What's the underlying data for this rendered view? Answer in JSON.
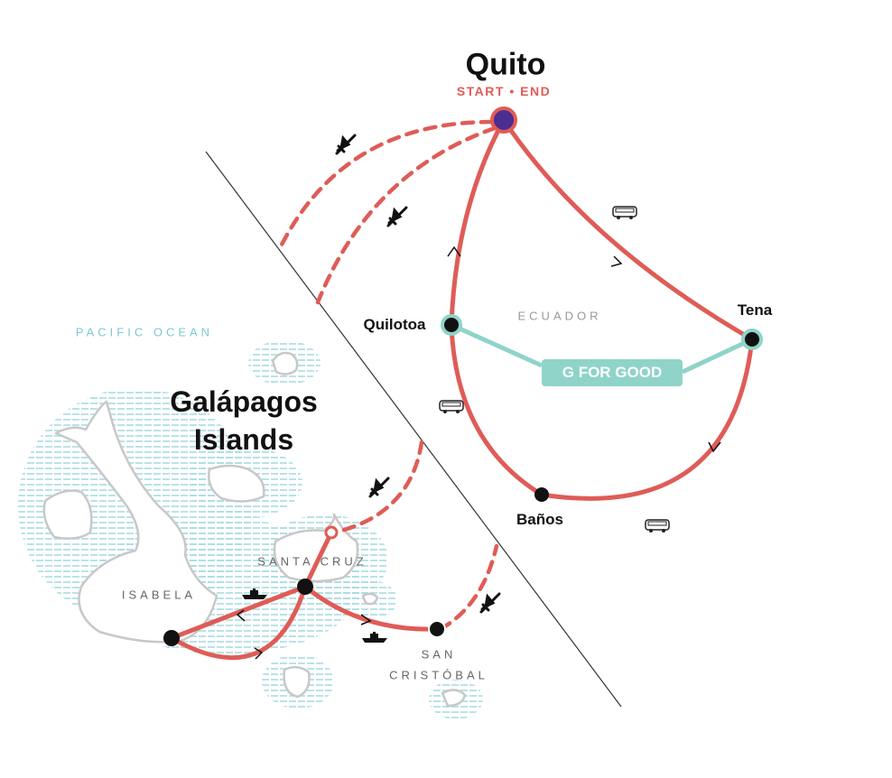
{
  "colors": {
    "route": "#df5c57",
    "start_node": "#4b2e8f",
    "g_for_good": "#8fd3c9",
    "water": "#a9dbe3",
    "island_outline": "#c8c8c8"
  },
  "labels": {
    "quito": "Quito",
    "start_end": "START • END",
    "ecuador": "ECUADOR",
    "quilotoa": "Quilotoa",
    "tena": "Tena",
    "banos": "Baños",
    "pacific_ocean": "PACIFIC OCEAN",
    "galapagos_line1": "Galápagos",
    "galapagos_line2": "Islands",
    "santa_cruz": "SANTA CRUZ",
    "isabela": "ISABELA",
    "san_cristobal_line1": "SAN",
    "san_cristobal_line2": "CRISTÓBAL",
    "g_for_good": "G FOR GOOD"
  },
  "icons": [
    "plane-icon",
    "bus-icon",
    "boat-icon"
  ]
}
